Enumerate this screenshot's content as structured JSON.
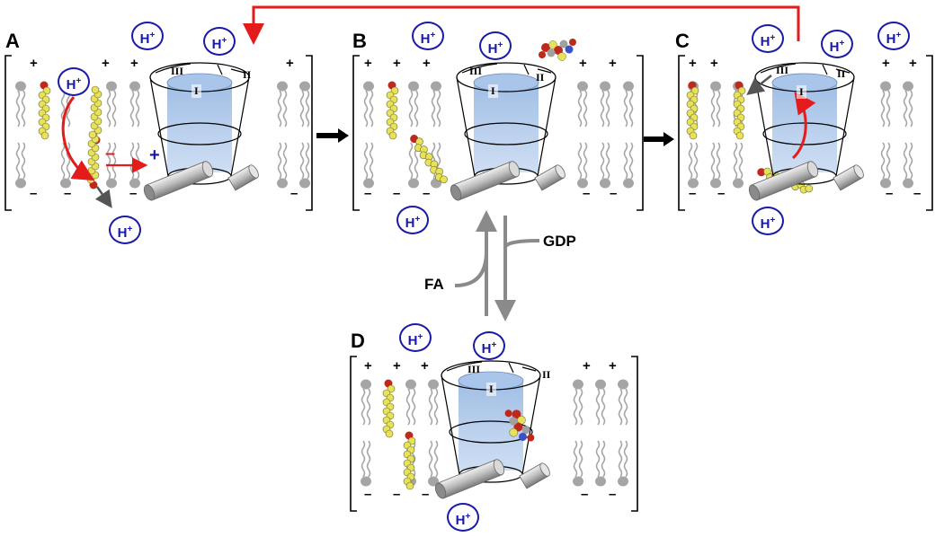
{
  "panels": {
    "a": {
      "label": "A"
    },
    "b": {
      "label": "B"
    },
    "c": {
      "label": "C"
    },
    "d": {
      "label": "D"
    }
  },
  "proton": {
    "symbol": "H",
    "charge": "+"
  },
  "regions": {
    "one": "I",
    "two": "II",
    "three": "III"
  },
  "membrane": {
    "plus": "+",
    "minus": "–"
  },
  "transition": {
    "fatty_acid": "FA",
    "nucleotide": "GDP"
  },
  "charges": {
    "positive": "+",
    "negative": "–"
  },
  "colors": {
    "proton": "#1a1aa8",
    "arrow_red": "#e31b1b",
    "lipid": "#a5a5a5",
    "cavity": "#9fbfe6",
    "fa_body": "#e8e25a",
    "fa_head": "#c0281c"
  }
}
